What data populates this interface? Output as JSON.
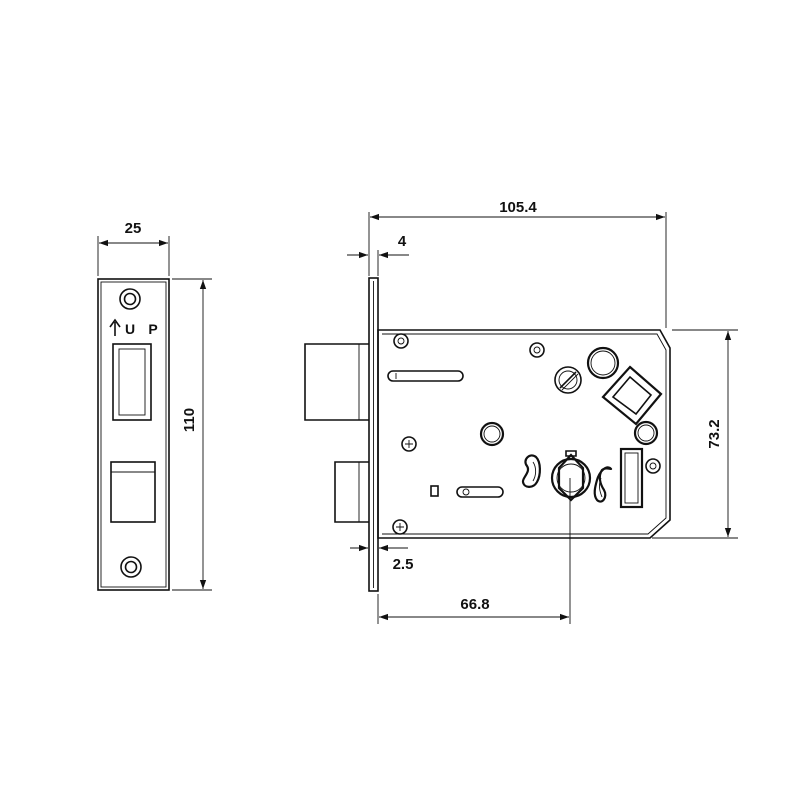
{
  "dimensions": {
    "faceplate_width": "25",
    "faceplate_height": "110",
    "overall_length": "105.4",
    "faceplate_thickness": "4",
    "body_height": "73.2",
    "backset_offset": "2.5",
    "backset": "66.8"
  },
  "faceplate": {
    "up_marking": "UP"
  },
  "colors": {
    "line": "#111111",
    "background": "#ffffff"
  }
}
